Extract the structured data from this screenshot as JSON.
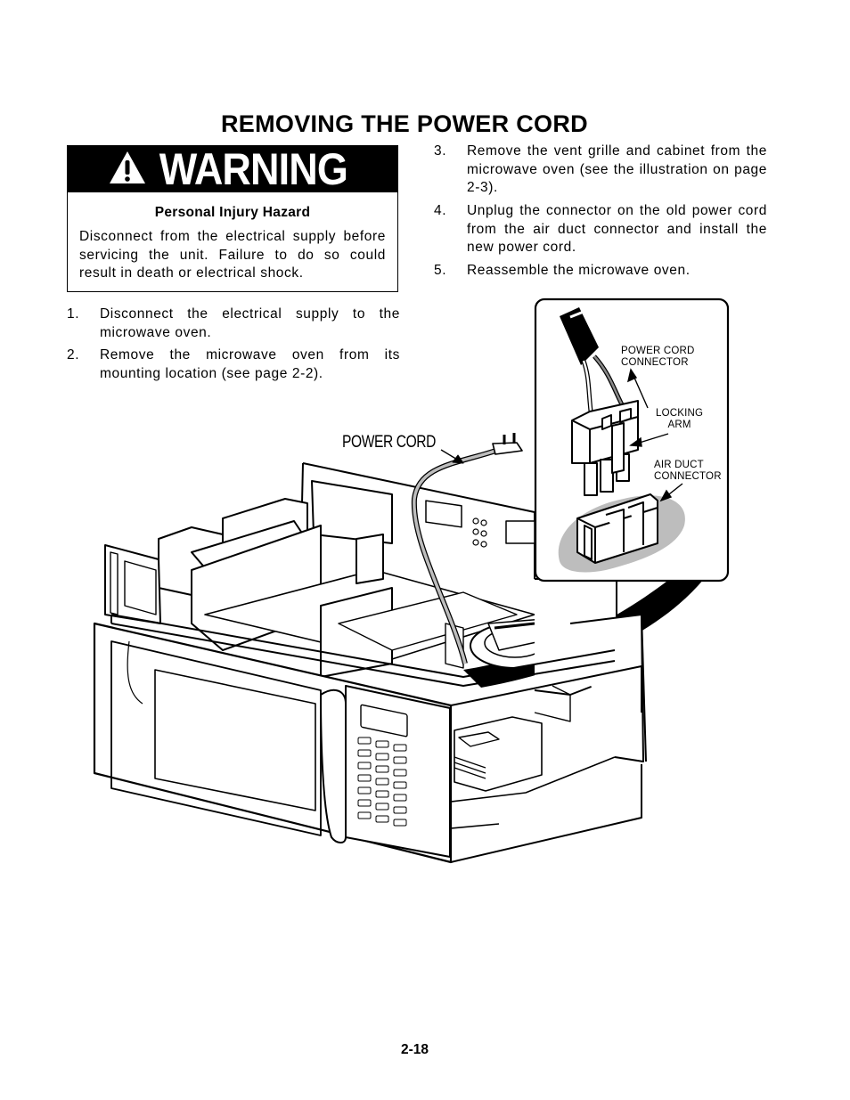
{
  "page": {
    "title": "REMOVING THE POWER CORD",
    "page_number": "2-18"
  },
  "warning": {
    "banner": "WARNING",
    "hazard_title": "Personal Injury Hazard",
    "hazard_text": "Disconnect from the electrical supply before servicing the unit. Failure to do so could result in death or electrical shock."
  },
  "steps": [
    {
      "num": "1.",
      "text": "Disconnect the electrical supply to the microwave oven."
    },
    {
      "num": "2.",
      "text": "Remove the microwave oven from its mounting location (see page 2-2)."
    },
    {
      "num": "3.",
      "text": "Remove the vent grille and cabinet from the microwave oven (see the illustration on page 2-3)."
    },
    {
      "num": "4.",
      "text": "Unplug the connector on the old power cord from the air duct connector and install the new power cord."
    },
    {
      "num": "5.",
      "text": "Reassemble the microwave oven."
    }
  ],
  "diagram": {
    "power_cord_label": "POWER CORD",
    "callouts": {
      "power_cord_connector": [
        "POWER CORD",
        "CONNECTOR"
      ],
      "locking_arm": [
        "LOCKING",
        "ARM"
      ],
      "air_duct_connector": [
        "AIR DUCT",
        "CONNECTOR"
      ]
    },
    "icons": [
      "warning-triangle-icon",
      "microwave-oven-illustration",
      "connector-detail-illustration"
    ]
  }
}
